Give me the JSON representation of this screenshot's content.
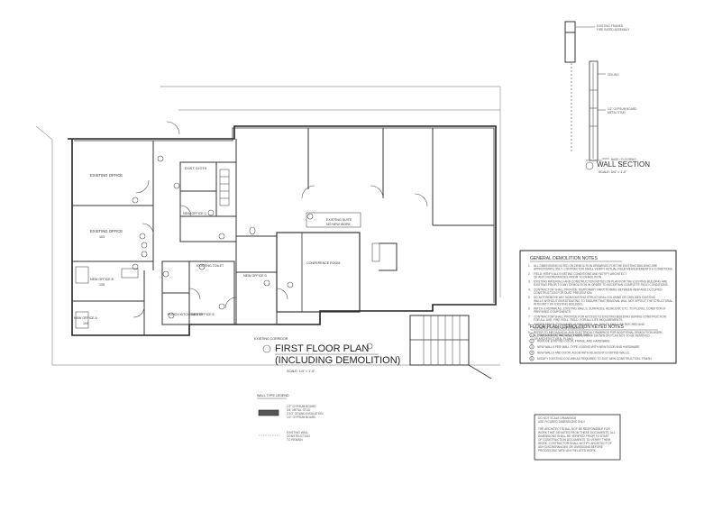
{
  "plan": {
    "title_line1": "FIRST FLOOR PLAN",
    "title_line2": "(INCLUDING DEMOLITION)",
    "scale": "SCALE: 1/4\" = 1'-0\"",
    "rooms": {
      "existing_office_top": "EXISTING OFFICE",
      "existing_office_mid": "EXISTING OFFICE",
      "existing_office_mid_num": "103",
      "new_office_b": "NEW OFFICE B",
      "new_office_b_num": "105",
      "new_office_a": "NEW OFFICE A",
      "new_office_a_num": "104",
      "exist_cloth": "EXIST. CLOTH",
      "new_office_c": "NEW OFFICE C",
      "existing_toilet": "EXISTING TOILET",
      "new_office_d": "NEW OFFICE D",
      "new_office_e": "NEW OFFICE E",
      "conference_room": "CONFERENCE ROOM",
      "existing_suite": "EXISTING SUITE",
      "existing_suite_2": "NO NEW WORK",
      "existing_corridor": "EXISTING CORRIDOR",
      "punch_kitchenette": "PUNCH KITCHENETTE"
    }
  },
  "legend": {
    "title": "WALL TYPE LEGEND",
    "item1_lines": [
      "1/2\" GYPSUM BOARD",
      "3/4\" METAL STUD",
      "3 1/2\" SOUND INSULATION",
      "1/2\" GYPSUM BOARD"
    ],
    "item2_lines": [
      "EXISTING WALL",
      "CONSTRUCTION",
      "TO REMAIN"
    ]
  },
  "wall_section": {
    "title": "WALL SECTION",
    "scale": "SCALE: 3/4\" = 1'-0\"",
    "notes": [
      "EXISTING FRAMED",
      "FIRE RATED ASSEMBLY",
      "CEILING",
      "1/2\" GYPSUM BOARD",
      "METAL STUD",
      "BASE / FLOORING"
    ]
  },
  "general_notes": {
    "title": "GENERAL DEMOLITION NOTES",
    "items": [
      {
        "n": "1.",
        "lines": [
          "ALL DIMENSIONS NOTED ON DEMOLITION DRAWINGS FOR THE EXISTING BUILDING ARE",
          "APPROXIMATE ONLY. CONTRACTOR SHALL VERIFY ACTUAL FIELD MEASUREMENTS & CONDITIONS."
        ]
      },
      {
        "n": "2.",
        "lines": [
          "FIELD VERIFY ALL EXISTING CONDITIONS AND NOTIFY ARCHITECT",
          "OF ANY DISCREPANCIES PRIOR TO DEMOLITION."
        ]
      },
      {
        "n": "3.",
        "lines": [
          "EXISTING MATERIALS AND CONSTRUCTION NOTED ON PLAN FOR THE EXISTING BUILDING ARE",
          "EXISTING PRIOR TO ANY DEMOLITION IN ORDER TO ASCERTAIN COMPLETE FIELD CONDITIONS."
        ]
      },
      {
        "n": "4.",
        "lines": [
          "CONTRACTOR SHALL PROVIDE TEMPORARY PARTITIONING BETWEEN NEW AND OCCUPIED",
          "CONSTRUCTION FOR DUST PREVENTION."
        ]
      },
      {
        "n": "5.",
        "lines": [
          "DO NOT REMOVE ANY NON-EXISTING STRUCTURAL COLUMNS OR CHECKED EXISTING",
          "WALLS WITHOUT INVESTIGATING TO ENSURE THAT REMOVAL WILL NOT AFFECT THE STRUCTURAL",
          "INTEGRITY OF EXISTING BUILDING."
        ]
      },
      {
        "n": "6.",
        "lines": [
          "PATCH & REPAIR ALL EXISTING WALLS, SURFACES, ADJACENT, ETC. TO A LEVEL CONDITION IF",
          "PREPARED COMPONENTS."
        ]
      },
      {
        "n": "7.",
        "lines": [
          "CONTRACTOR SHALL PROVIDE FOR ACCESS TO EXISTING BUILDING DURING CONSTRUCTION",
          "FOR ALL USE, FIRE ROLL, FIELD, FOR ALL LIFE REQUIREMENTS."
        ]
      },
      {
        "n": "8.",
        "lines": [
          "WHERE DEMOLITION WORK IS REQUIRED, ALL HOLES SHALL BE PATCHED AND",
          "REPAIRED TO LIKE NEW CONDITION."
        ]
      },
      {
        "n": "9.",
        "lines": [
          "REFER TO MECHANICAL AND ELECTRICAL DRAWINGS FOR ADDITIONAL DEMOLITION WORK.",
          "ALL MECHANICAL AND ELECTRICAL WORK SHOWN ON PLAN NOT TO BE REMOVED",
          "OR ARCHITECTURAL PLANS."
        ]
      }
    ]
  },
  "keyed_notes": {
    "title": "FLOOR PLAN / DEMOLITION KEYED NOTES",
    "items": [
      {
        "n": "1",
        "text": "REMOVE EXISTING WALL COMPLETE."
      },
      {
        "n": "2",
        "text": "REMOVE EXISTING DOOR, FRAME, AND HARDWARE."
      },
      {
        "n": "3",
        "text": "NEW WALLS PER WALL TYPE LEGEND WITH NEW DOOR AND HARDWARE."
      },
      {
        "n": "4",
        "text": "NEW WALLS AND DOOR, ALIGN WITH ADJACENT EXISTING WALLS."
      },
      {
        "n": "5",
        "text": "MODIFY EXISTING COLUMN AS REQUIRED TO SUIT NEW CONSTRUCTION / FINISH."
      }
    ]
  },
  "disclaimer": {
    "lines": [
      "DO NOT SCALE DRAWINGS",
      "USE FIGURED DIMENSIONS ONLY",
      "",
      "THE ARCHITECT SHALL NOT BE RESPONSIBLE FOR",
      "WORK THAT DEVIATES FROM THESE DOCUMENTS. ALL",
      "DIMENSIONS SHALL BE VERIFIED PRIOR TO START",
      "OF CONSTRUCTION DOCUMENTS TO VERIFY THEIR",
      "WORK. CONTRACTOR SHALL NOTIFY ARCHITECT OF",
      "ANY DISCREPANCIES OR OMISSIONS BEFORE",
      "PROCEEDING WITH ANY RELATED WORK."
    ]
  }
}
